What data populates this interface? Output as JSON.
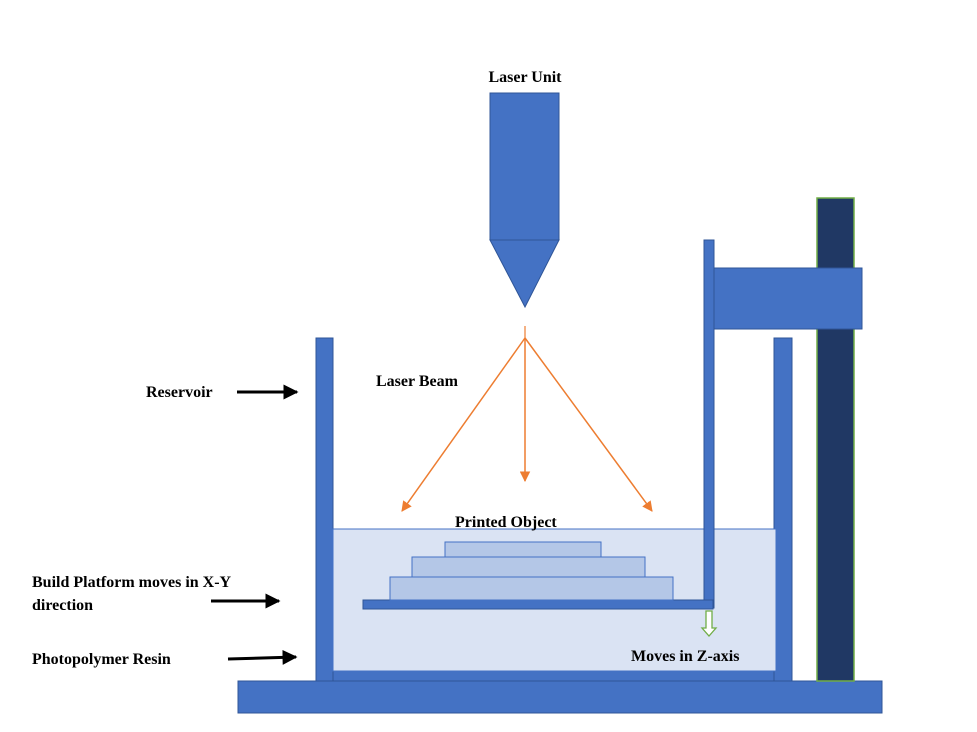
{
  "colors": {
    "structure_blue": "#4472C4",
    "structure_outline": "#2F5597",
    "dark_column": "#203864",
    "dark_column_outline": "#70AD47",
    "resin_fill": "#DAE3F3",
    "object_layer": "#B4C7E7",
    "laser_beam": "#ED7D31",
    "z_arrow": "#70AD47",
    "label_arrow": "#000000"
  },
  "labels": {
    "laser_unit": "Laser Unit",
    "laser_beam": "Laser Beam",
    "printed_object": "Printed Object",
    "reservoir": "Reservoir",
    "build_platform_line1": "Build Platform moves in X-Y",
    "build_platform_line2": "direction",
    "photopolymer_resin": "Photopolymer Resin",
    "moves_z_axis": "Moves in Z-axis"
  }
}
